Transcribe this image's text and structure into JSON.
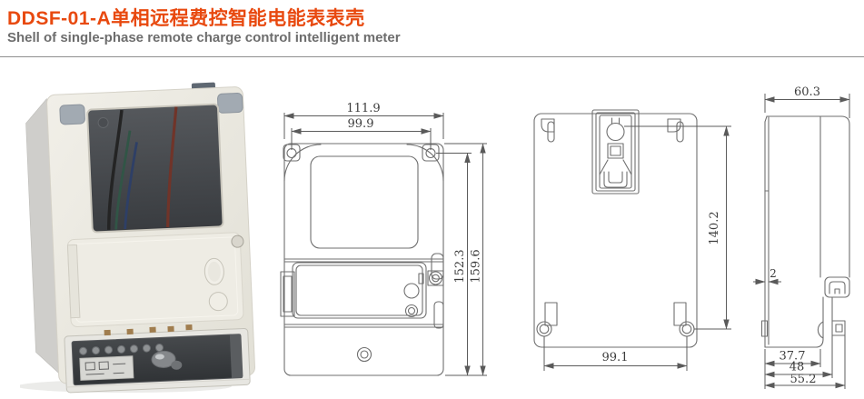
{
  "page": {
    "background": "#ffffff",
    "accent_color": "#e8490f",
    "subtitle_color": "#6d6d6d",
    "drawing_line_color": "#6f6f6f"
  },
  "header": {
    "title": "DDSF-01-A单相远程费控智能电能表表壳",
    "subtitle": "Shell of single-phase remote charge control intelligent meter"
  },
  "views": {
    "front": {
      "dim_overall_width": "111.9",
      "dim_mounting_width": "99.9",
      "dim_mounting_height": "152.3",
      "dim_overall_height": "159.6"
    },
    "back": {
      "dim_hanger_to_screw_height": "140.2",
      "dim_screw_spacing_width": "99.1"
    },
    "side": {
      "dim_overall_depth": "60.3",
      "dim_cover_thickness": "2",
      "dim_base_depth": "37.7",
      "dim_mid_depth": "48",
      "dim_bottom_depth": "55.2"
    }
  }
}
